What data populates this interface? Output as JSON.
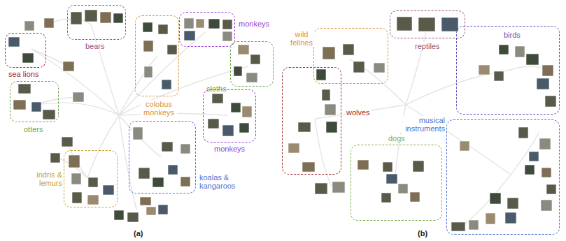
{
  "diagram": {
    "nodes": [
      {
        "text": [
          "bears"
        ]
      },
      {
        "text": [
          "sea lions"
        ]
      },
      {
        "text": [
          "monkeys"
        ]
      },
      {
        "text": [
          "colobus monkeys"
        ]
      },
      {
        "text": [
          "sloths"
        ]
      },
      {
        "text": [
          "otters"
        ]
      },
      {
        "text": [
          "monkeys"
        ]
      },
      {
        "text": [
          "indris & lemurs"
        ]
      },
      {
        "text": [
          "koalas & kangaroos"
        ]
      },
      {
        "text": [
          "wild felines"
        ]
      },
      {
        "text": [
          "reptiles"
        ]
      },
      {
        "text": [
          "birds"
        ]
      },
      {
        "text": [
          "wolves"
        ]
      },
      {
        "text": [
          "musical instruments"
        ]
      },
      {
        "text": [
          "dogs"
        ]
      }
    ],
    "labels": [
      "(a)",
      "(b)"
    ]
  }
}
